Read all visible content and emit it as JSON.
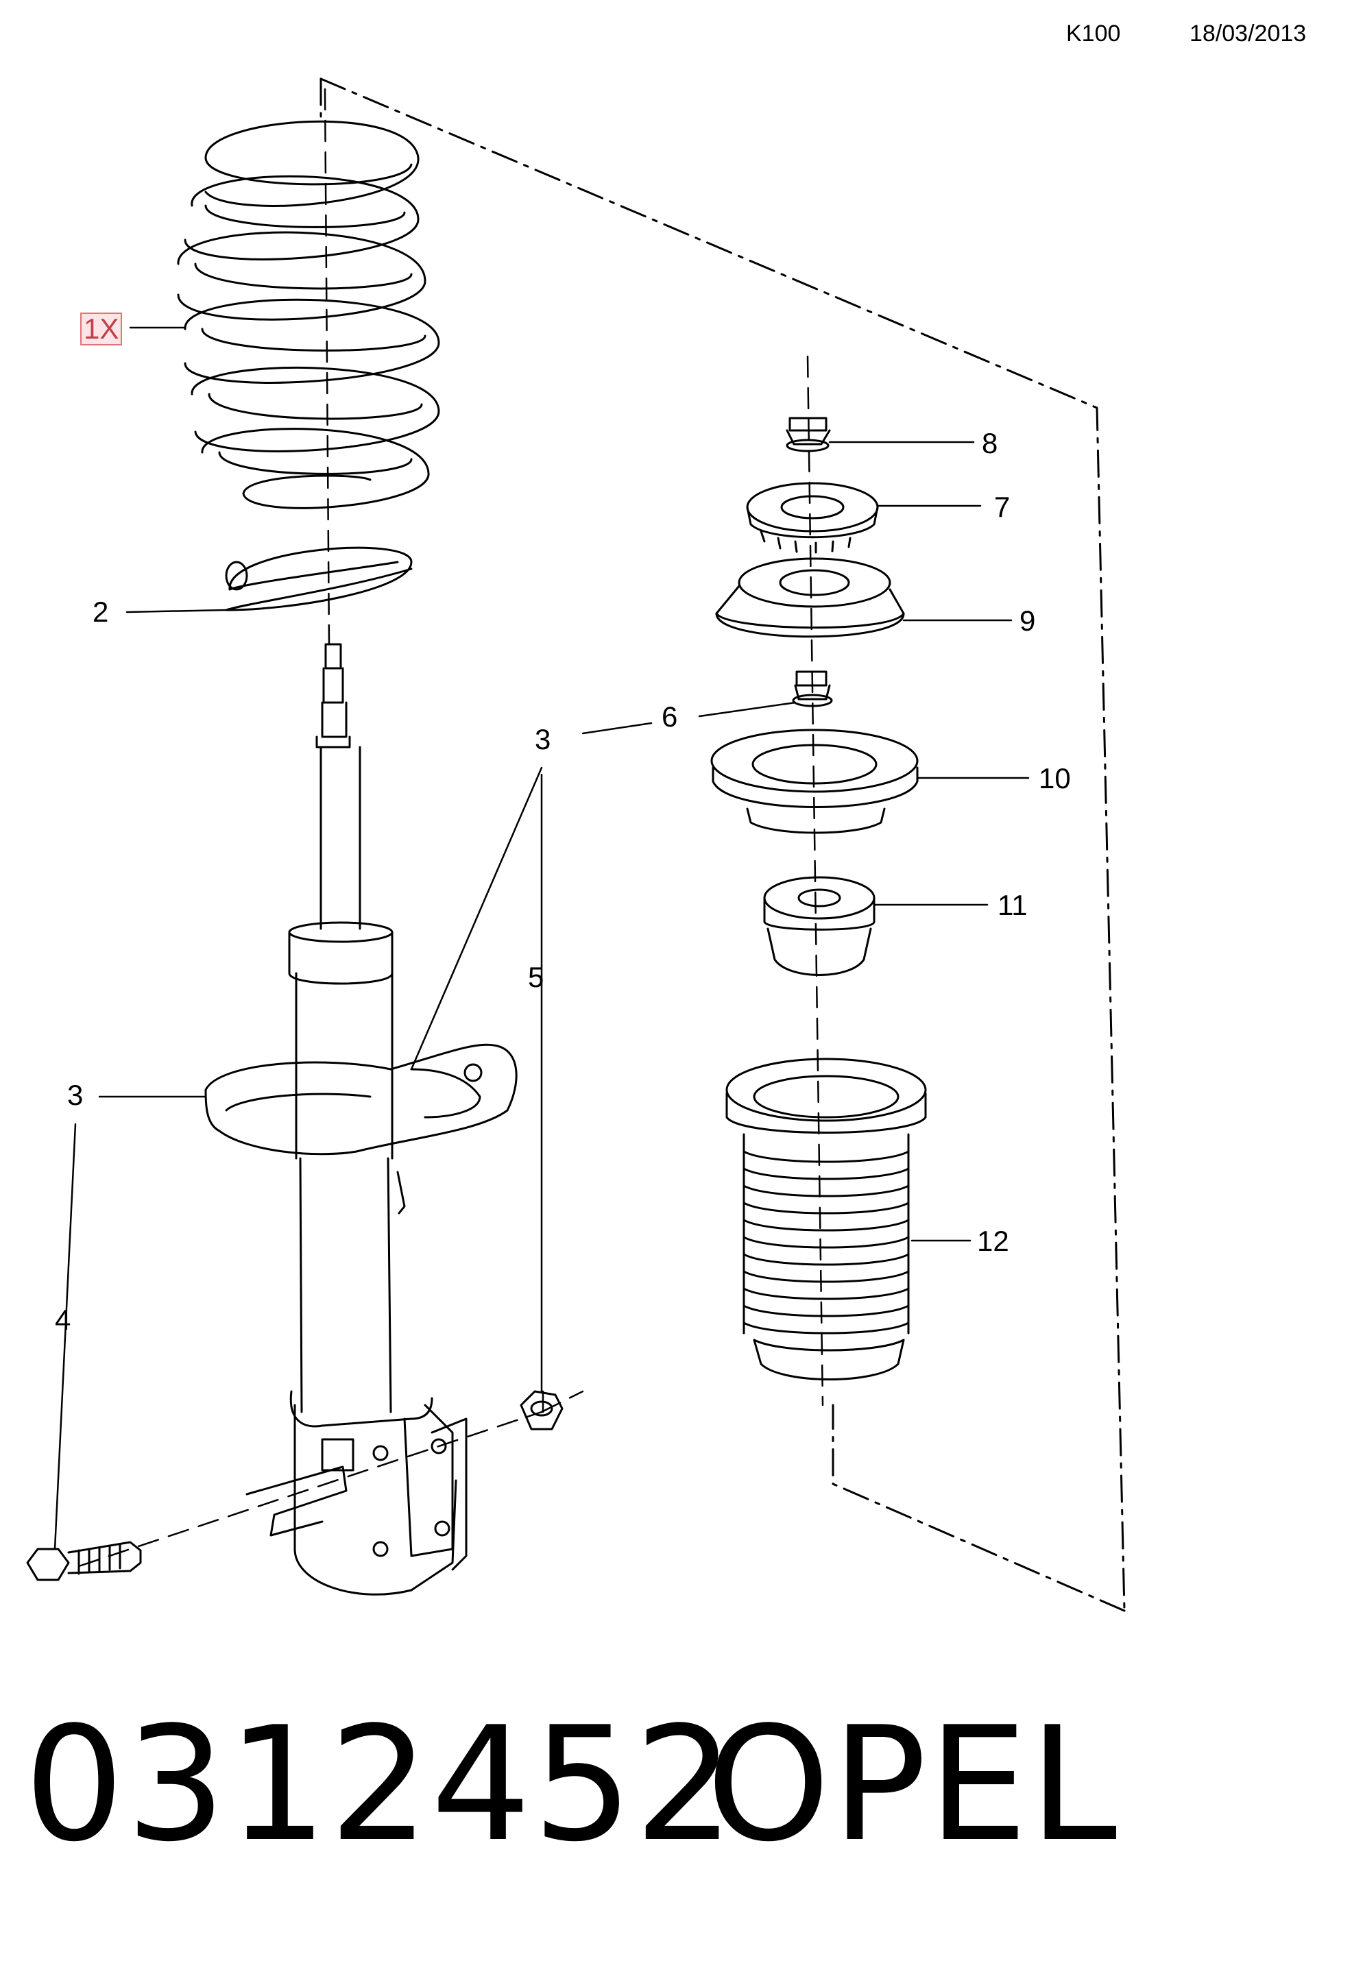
{
  "header": {
    "code": "K100",
    "date": "18/03/2013"
  },
  "callouts": {
    "c1x": "1X",
    "c2": "2",
    "c3a": "3",
    "c3b": "3",
    "c4": "4",
    "c5": "5",
    "c6": "6",
    "c7": "7",
    "c8": "8",
    "c9": "9",
    "c10": "10",
    "c11": "11",
    "c12": "12"
  },
  "footer": {
    "part_number": "0312452",
    "brand": "OPEL"
  }
}
